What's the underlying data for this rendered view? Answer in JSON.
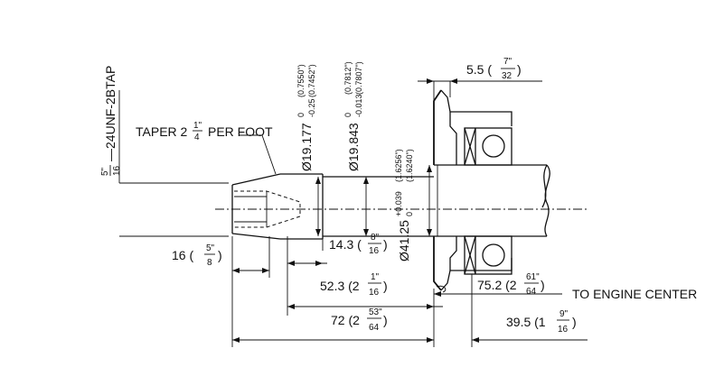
{
  "labels": {
    "thread_fraction_num": "5\"",
    "thread_fraction_den": "16",
    "thread_spec": "—24UNF-2BTAP",
    "taper_prefix": "TAPER 2",
    "taper_num": "1\"",
    "taper_den": "4",
    "taper_suffix": "PER FOOT",
    "dia1_main": "Ø19.177",
    "dia1_upper": "0",
    "dia1_lower": "-0.25",
    "dia1_in_upper": "(0.7550\")",
    "dia1_in_lower": "(0.7452\")",
    "dia2_main": "Ø19.843",
    "dia2_upper": "0",
    "dia2_lower": "-0.013",
    "dia2_in_upper": "(0.7812\")",
    "dia2_in_lower": "(0.7807\")",
    "dia3_main": "Ø41.25",
    "dia3_upper": "+0.039",
    "dia3_lower": "0",
    "dia3_in_upper": "(1.6256\")",
    "dia3_in_lower": "(1.6240\")",
    "dim_5_5": "5.5 (",
    "dim_5_5_num": "7\"",
    "dim_5_5_den": "32",
    "dim_14_3": "14.3 (",
    "dim_14_3_num": "8\"",
    "dim_14_3_den": "16",
    "dim_16": "16 (",
    "dim_16_num": "5\"",
    "dim_16_den": "8",
    "dim_52_3": "52.3 (2",
    "dim_52_3_num": "1\"",
    "dim_52_3_den": "16",
    "dim_75_2": "75.2 (2",
    "dim_75_2_num": "61\"",
    "dim_75_2_den": "64",
    "dim_72": "72 (2",
    "dim_72_num": "53\"",
    "dim_72_den": "64",
    "dim_39_5": "39.5 (1",
    "dim_39_5_num": "9\"",
    "dim_39_5_den": "16",
    "close_paren": ")",
    "engine_center": "TO ENGINE CENTER"
  }
}
